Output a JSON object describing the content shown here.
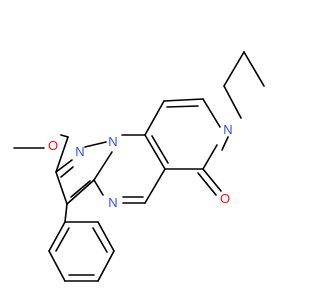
{
  "molecule": {
    "colors": {
      "bond": "#000000",
      "nitrogen": "#3050F8",
      "oxygen": "#FF0D0D",
      "background": "#FFFFFF"
    },
    "atom_labels": {
      "n_pyridinone": "N",
      "o_carbonyl": "O",
      "o_ether": "O",
      "n_pyrimidine": "N",
      "n_pyrazole_2": "N",
      "n_pyrazole_1": "N"
    }
  }
}
